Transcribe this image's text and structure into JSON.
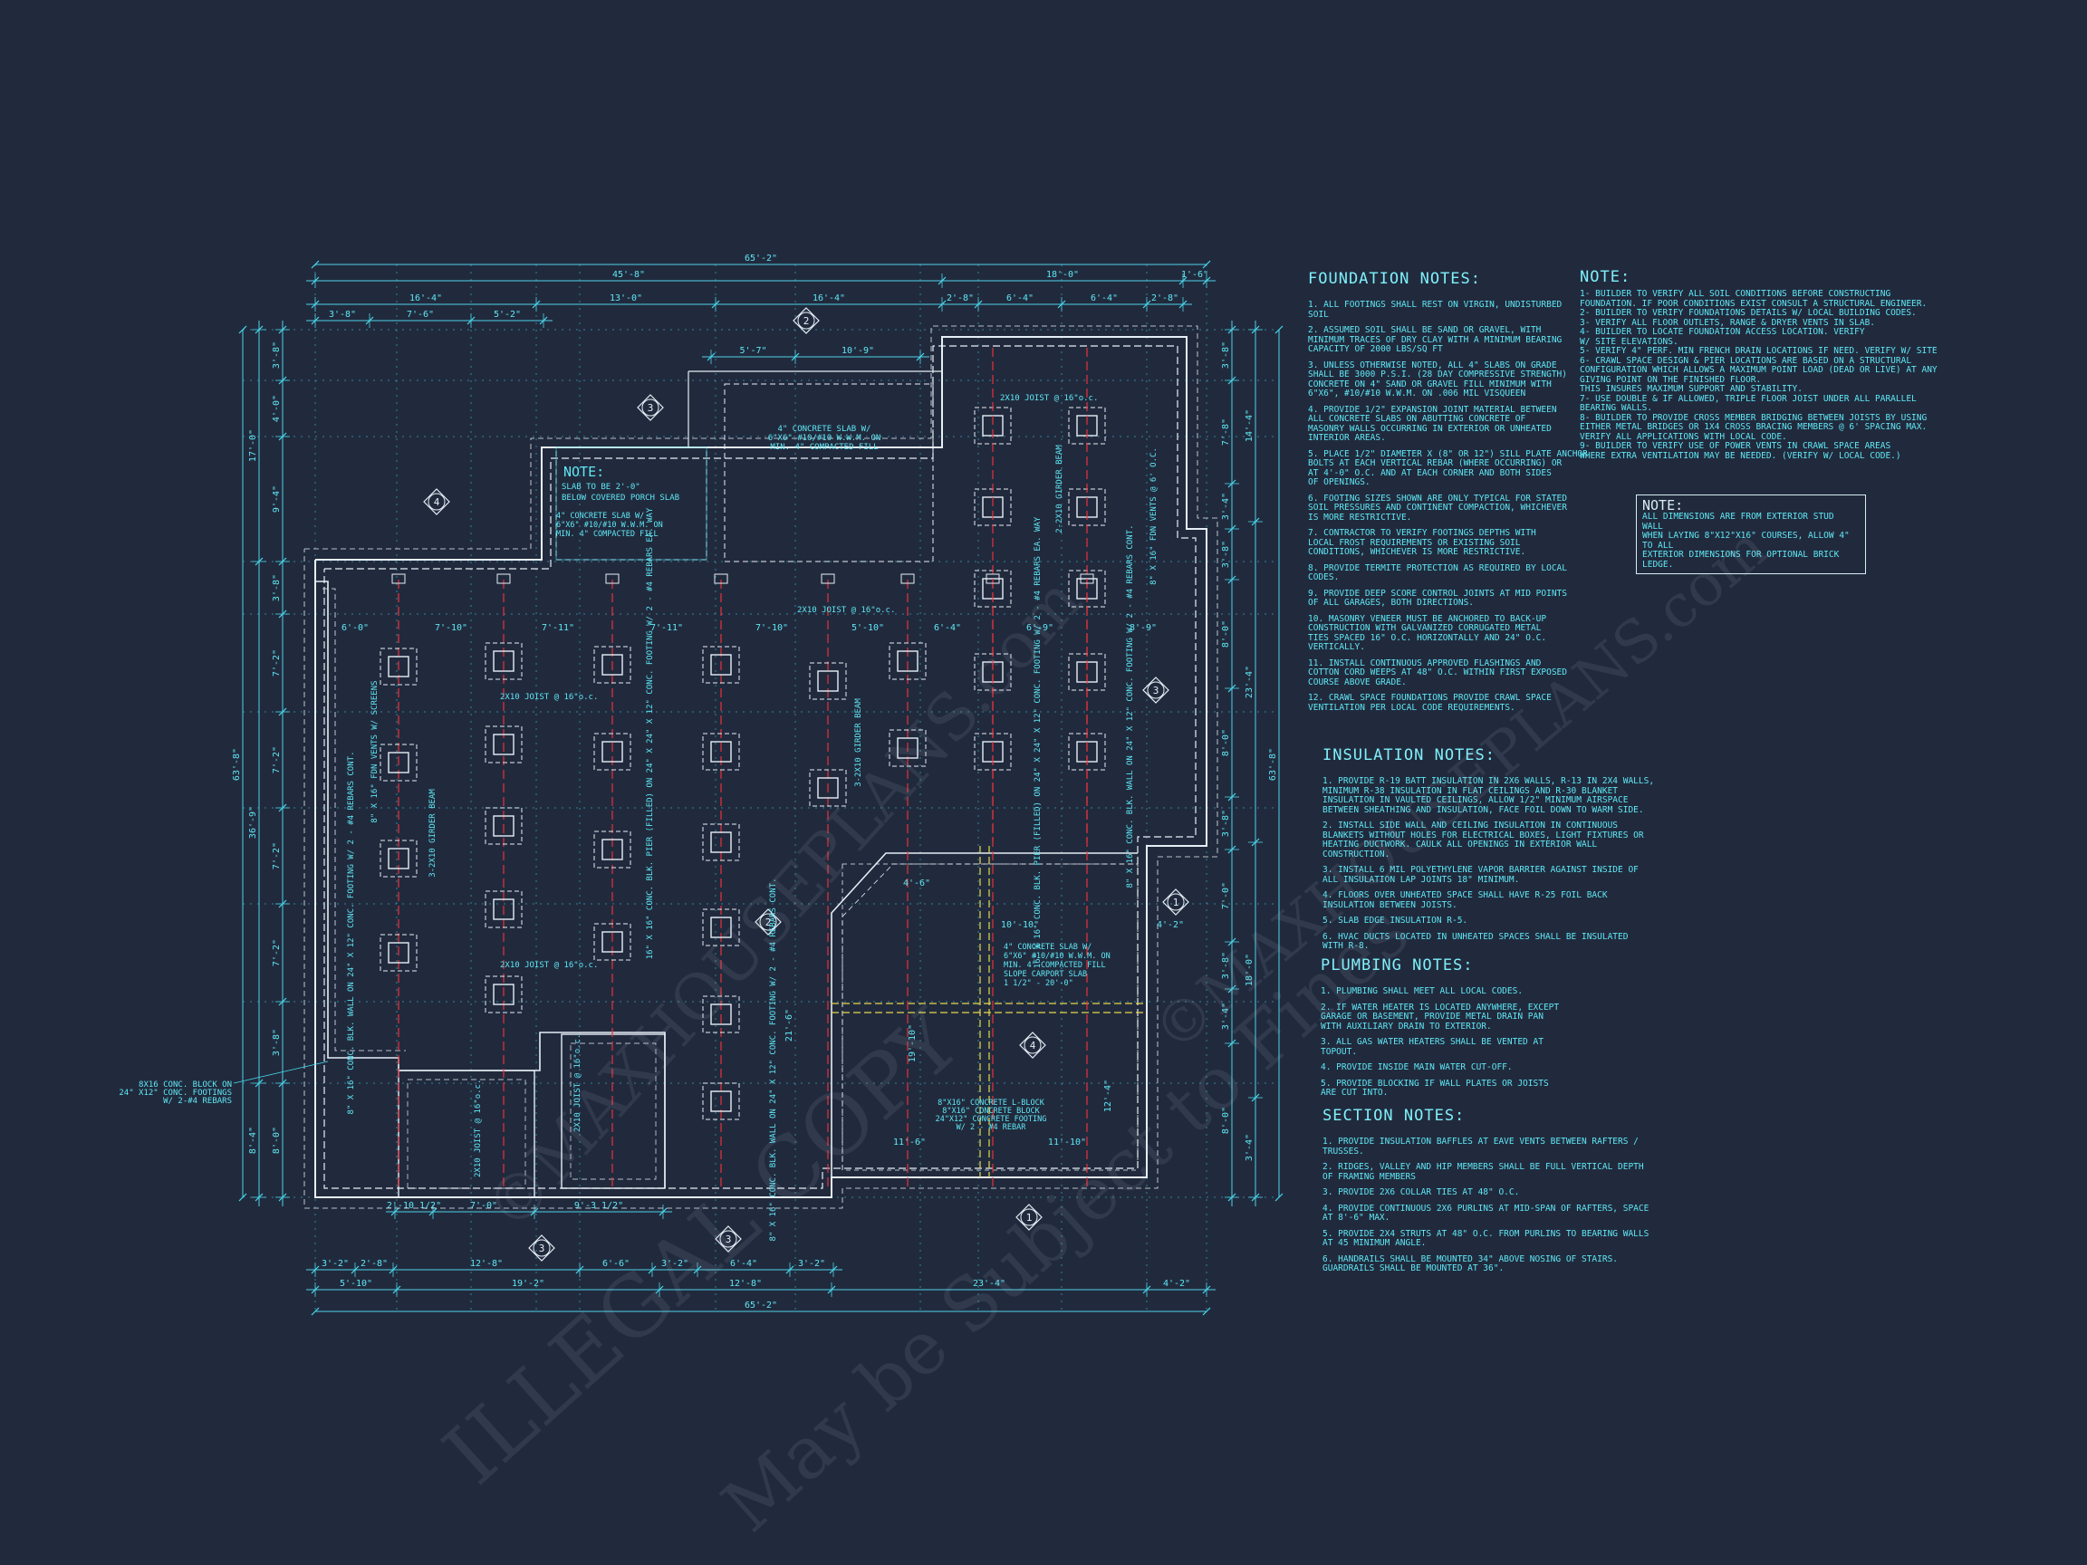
{
  "colors": {
    "background": "#212a3d",
    "line": "#46dcef",
    "dim": "#4fd3e6",
    "wall": "#e6eef5",
    "pier_line": "#e8323c",
    "beam_yellow": "#e8d84a",
    "text": "#5fe8f5"
  },
  "dimensions": {
    "top_overall": "65'-2\"",
    "top_row2": [
      "45'-8\"",
      "18'-0\"",
      "1'-6\""
    ],
    "top_row3": [
      "16'-4\"",
      "13'-0\"",
      "16'-4\"",
      "2'-8\"",
      "6'-4\"",
      "6'-4\"",
      "2'-8\""
    ],
    "top_row4": [
      "3'-8\"",
      "7'-6\"",
      "5'-2\""
    ],
    "top_inner": [
      "5'-7\"",
      "10'-9\""
    ],
    "bottom_overall": "65'-2\"",
    "bottom_row1": [
      "5'-10\"",
      "19'-2\"",
      "12'-8\"",
      "23'-4\"",
      "4'-2\""
    ],
    "bottom_row2": [
      "3'-2\"",
      "2'-8\"",
      "12'-8\"",
      "6'-6\"",
      "3'-2\"",
      "6'-4\"",
      "3'-2\""
    ],
    "bottom_inner": [
      "2'-10 1/2\"",
      "7'-0\"",
      "9'-3 1/2\""
    ],
    "left_overall": "63'-8\"",
    "left_row2": [
      "17'-0\"",
      "36'-9\"",
      "8'-4\""
    ],
    "left_row3": [
      "3'-8\"",
      "4'-0\"",
      "9'-4\"",
      "3'-8\"",
      "7'-2\"",
      "7'-2\"",
      "7'-2\"",
      "7'-2\"",
      "3'-8\"",
      "8'-0\""
    ],
    "right_overall": "63'-8\"",
    "right_row2": [
      "14'-4\"",
      "23'-4\"",
      "18'-0\"",
      "3'-4\""
    ],
    "right_row3": [
      "3'-8\"",
      "7'-8\"",
      "3'-4\"",
      "3'-8\"",
      "8'-0\"",
      "8'-0\"",
      "3'-8\"",
      "7'-0\"",
      "3'-8\"",
      "3'-4\"",
      "8'-0\""
    ],
    "interior": [
      "6'-0\"",
      "7'-10\"",
      "7'-11\"",
      "7'-11\"",
      "7'-10\"",
      "5'-10\"",
      "6'-4\"",
      "6'-9\"",
      "8'-9\"",
      "4'-6\"",
      "10'-10\"",
      "4'-2\"",
      "11'-6\"",
      "11'-10\"",
      "19'-10\"",
      "12'-4\"",
      "21'-6\""
    ]
  },
  "plan_labels": {
    "porch_note_title": "NOTE:",
    "porch_note": [
      "SLAB TO BE 2'-0\"",
      "BELOW COVERED PORCH SLAB"
    ],
    "porch_slab": [
      "4\" CONCRETE SLAB W/",
      "6\"X6\" #10/#10 W.W.M. ON",
      "MIN. 4\" COMPACTED FILL"
    ],
    "top_slab": [
      "4\" CONCRETE SLAB W/",
      "6\"X6\" #10/#10 W.W.M. ON",
      "MIN. 4\" COMPACTED FILL"
    ],
    "carport_slab": [
      "4\" CONCRETE SLAB W/",
      "6\"X6\" #10/#10 W.W.M. ON",
      "MIN. 4\" COMPACTED FILL",
      "SLOPE CARPORT SLAB",
      "1 1/2\" - 20'-0\""
    ],
    "joist_labels": [
      "2X10 JOIST @ 16\"o.c.",
      "2X10 JOIST @ 16\"o.c.",
      "2X10 JOIST @ 16\"o.c.",
      "2X10 JOIST @ 16\"o.c.",
      "2X10 JOIST @ 16\"o.c.",
      "2X10 JOIST @ 16\"o.c."
    ],
    "girders": [
      "3-2X10 GIRDER BEAM",
      "3-2X10 GIRDER BEAM",
      "2-2X10 GIRDER BEAM"
    ],
    "vents": [
      "8\" X 16\" FDN VENTS @ 6' O.C.",
      "8\" X 16\" FDN VENTS W/ SCREENS"
    ],
    "pier_notes": [
      "16\" X 16\" CONC. BLK. PIER (FILLED) ON 24\" X 24\" X 12\" CONC. FOOTING W/ 2 - #4 REBARS EA. WAY",
      "8\" X 16\" CONC. BLK. WALL ON 24\" X 12\" CONC. FOOTING W/ 2 - #4 REBARS CONT."
    ],
    "block_footing": [
      "8\"X16\" CONCRETE L-BLOCK",
      "8\"X16\" CONCRETE BLOCK",
      "24\"X12\" CONCRETE FOOTING",
      "W/ 2 - #4 REBAR"
    ],
    "left_callout": [
      "8X16 CONC. BLOCK ON",
      "24\" X12\" CONC. FOOTINGS",
      "W/ 2-#4 REBARS"
    ],
    "section_marks": [
      "2",
      "3",
      "4",
      "2",
      "4",
      "1",
      "1",
      "3",
      "3",
      "3"
    ]
  },
  "foundation_notes": {
    "title": "FOUNDATION NOTES:",
    "items": [
      "1. ALL FOOTINGS SHALL REST ON VIRGIN, UNDISTURBED\nSOIL",
      "2. ASSUMED SOIL SHALL BE SAND OR GRAVEL, WITH\nMINIMUM TRACES OF DRY CLAY WITH A MINIMUM BEARING\nCAPACITY OF 2000 LBS/SQ FT",
      "3. UNLESS OTHERWISE NOTED, ALL 4\" SLABS ON GRADE\nSHALL BE 3000 P.S.I. (28 DAY COMPRESSIVE STRENGTH)\nCONCRETE ON 4\" SAND OR GRAVEL FILL MINIMUM WITH\n6\"X6\", #10/#10 W.W.M. ON .006 MIL VISQUEEN",
      "4. PROVIDE 1/2\" EXPANSION JOINT MATERIAL BETWEEN\nALL CONCRETE SLABS ON ABUTTING CONCRETE OF\nMASONRY WALLS OCCURRING IN EXTERIOR OR UNHEATED\nINTERIOR AREAS.",
      "5. PLACE 1/2\" DIAMETER X (8\" OR 12\") SILL PLATE ANCHOR\nBOLTS AT EACH VERTICAL REBAR (WHERE OCCURRING) OR\nAT 4'-0\" O.C. AND AT EACH CORNER AND BOTH SIDES\nOF OPENINGS.",
      "6. FOOTING SIZES SHOWN ARE ONLY TYPICAL FOR STATED\nSOIL PRESSURES AND CONTINENT COMPACTION, WHICHEVER\nIS MORE RESTRICTIVE.",
      "7. CONTRACTOR TO VERIFY FOOTINGS DEPTHS WITH\nLOCAL FROST REQUIREMENTS OR EXISTING SOIL\nCONDITIONS, WHICHEVER IS MORE RESTRICTIVE.",
      "8. PROVIDE TERMITE PROTECTION AS REQUIRED BY LOCAL\nCODES.",
      "9. PROVIDE DEEP SCORE CONTROL JOINTS AT MID POINTS\nOF ALL GARAGES, BOTH DIRECTIONS.",
      "10. MASONRY VENEER MUST BE ANCHORED TO BACK-UP\nCONSTRUCTION WITH GALVANIZED CORRUGATED METAL\nTIES SPACED 16\" O.C. HORIZONTALLY AND 24\" O.C.\nVERTICALLY.",
      "11. INSTALL CONTINUOUS APPROVED FLASHINGS AND\nCOTTON CORD WEEPS AT 48\" O.C. WITHIN FIRST EXPOSED\nCOURSE ABOVE GRADE.",
      "12. CRAWL SPACE FOUNDATIONS PROVIDE CRAWL SPACE\nVENTILATION PER LOCAL CODE REQUIREMENTS."
    ]
  },
  "general_note": {
    "title": "NOTE:",
    "items": [
      "1- BUILDER TO VERIFY ALL SOIL CONDITIONS BEFORE CONSTRUCTING\nFOUNDATION. IF POOR CONDITIONS EXIST CONSULT A STRUCTURAL ENGINEER.",
      "2- BUILDER TO VERIFY FOUNDATIONS DETAILS W/ LOCAL BUILDING CODES.",
      "3- VERIFY ALL FLOOR OUTLETS, RANGE & DRYER VENTS IN SLAB.",
      "4- BUILDER TO LOCATE FOUNDATION ACCESS LOCATION. VERIFY\nW/ SITE ELEVATIONS.",
      "5- VERIFY 4\" PERF. MIN FRENCH DRAIN LOCATIONS IF NEED. VERIFY W/ SITE",
      "6- CRAWL SPACE DESIGN & PIER LOCATIONS ARE BASED ON A STRUCTURAL\nCONFIGURATION WHICH ALLOWS A MAXIMUM POINT LOAD (DEAD OR LIVE) AT ANY\nGIVING POINT ON THE FINISHED FLOOR.\nTHIS INSURES MAXIMUM SUPPORT AND STABILITY.",
      "7- USE DOUBLE & IF ALLOWED, TRIPLE FLOOR JOIST UNDER ALL PARALLEL\nBEARING WALLS.",
      "8- BUILDER TO PROVIDE CROSS MEMBER BRIDGING BETWEEN JOISTS BY USING\nEITHER METAL BRIDGES OR 1X4 CROSS BRACING MEMBERS @ 6' SPACING MAX.\nVERIFY ALL APPLICATIONS WITH LOCAL CODE.",
      "9- BUILDER TO VERIFY USE OF POWER VENTS IN CRAWL SPACE AREAS\nWHERE EXTRA VENTILATION MAY BE NEEDED. (VERIFY W/ LOCAL CODE.)"
    ]
  },
  "dimension_note": {
    "title": "NOTE:",
    "text": "ALL DIMENSIONS ARE FROM EXTERIOR STUD WALL\nWHEN LAYING 8\"X12\"X16\" COURSES, ALLOW 4\" TO ALL\nEXTERIOR DIMENSIONS FOR OPTIONAL BRICK LEDGE."
  },
  "insulation_notes": {
    "title": "INSULATION NOTES:",
    "items": [
      "1. PROVIDE R-19 BATT INSULATION IN 2X6 WALLS, R-13 IN 2X4 WALLS,\nMINIMUM R-38 INSULATION IN FLAT CEILINGS AND R-30 BLANKET\nINSULATION IN VAULTED CEILINGS, ALLOW 1/2\" MINIMUM AIRSPACE\nBETWEEN SHEATHING AND INSULATION, FACE FOIL DOWN TO WARM SIDE.",
      "2. INSTALL SIDE WALL AND CEILING INSULATION IN CONTINUOUS\nBLANKETS WITHOUT HOLES FOR ELECTRICAL BOXES, LIGHT FIXTURES OR\nHEATING DUCTWORK. CAULK ALL OPENINGS IN EXTERIOR WALL\nCONSTRUCTION.",
      "3. INSTALL 6 MIL POLYETHYLENE VAPOR BARRIER AGAINST INSIDE OF\nALL INSULATION LAP JOINTS 18\" MINIMUM.",
      "4. FLOORS OVER UNHEATED SPACE SHALL HAVE R-25 FOIL BACK\nINSULATION BETWEEN JOISTS.",
      "5. SLAB EDGE INSULATION R-5.",
      "6. HVAC DUCTS LOCATED IN UNHEATED SPACES SHALL BE INSULATED\nWITH R-8."
    ]
  },
  "plumbing_notes": {
    "title": "PLUMBING NOTES:",
    "items": [
      "1. PLUMBING SHALL MEET ALL LOCAL CODES.",
      "2. IF WATER HEATER IS LOCATED ANYWHERE, EXCEPT\nGARAGE OR BASEMENT, PROVIDE METAL DRAIN PAN\nWITH AUXILIARY DRAIN TO EXTERIOR.",
      "3. ALL GAS WATER HEATERS SHALL BE VENTED AT\nTOPOUT.",
      "4. PROVIDE INSIDE MAIN WATER CUT-OFF.",
      "5. PROVIDE BLOCKING IF WALL PLATES OR JOISTS\nARE CUT INTO."
    ]
  },
  "section_notes": {
    "title": "SECTION NOTES:",
    "items": [
      "1. PROVIDE INSULATION BAFFLES AT EAVE VENTS BETWEEN RAFTERS /\nTRUSSES.",
      "2. RIDGES, VALLEY AND HIP MEMBERS SHALL BE FULL VERTICAL DEPTH\nOF FRAMING MEMBERS",
      "3. PROVIDE 2X6 COLLAR TIES AT 48\" O.C.",
      "4. PROVIDE CONTINUOUS 2X6 PURLINS AT MID-SPAN OF RAFTERS, SPACE\nAT 8'-6\" MAX.",
      "5. PROVIDE 2X4 STRUTS AT 48\" O.C. FROM PURLINS TO BEARING WALLS\nAT 45 MINIMUM ANGLE.",
      "6. HANDRAILS SHALL BE MOUNTED 34\" ABOVE NOSING OF STAIRS.\nGUARDRAILS SHALL BE MOUNTED AT 36\"."
    ]
  },
  "watermarks": [
    "ILLEGAL COPY",
    "May be Subject to Fines",
    "©MAXHOUSEPLANS.com",
    "©MAXHOUSEPLANS.com"
  ]
}
